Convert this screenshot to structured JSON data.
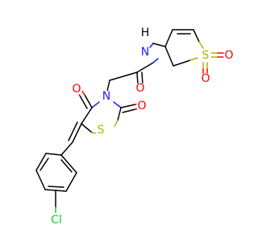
{
  "molecule": {
    "atoms": {
      "n_amide": "N",
      "h_amide": "H",
      "o_amide": "O",
      "o_ring_top": "O",
      "n_ring": "N",
      "o_ring_right": "O",
      "s_thiazolidine": "S",
      "s_sulfolane": "S",
      "o_sulfone_bottom": "O",
      "o_sulfone_right": "O",
      "cl": "Cl"
    },
    "colors": {
      "carbon_bond": "#000000",
      "oxygen": "#ff0000",
      "nitrogen": "#1f1fff",
      "sulfur": "#b3b300",
      "chlorine": "#1fcc1f"
    }
  }
}
